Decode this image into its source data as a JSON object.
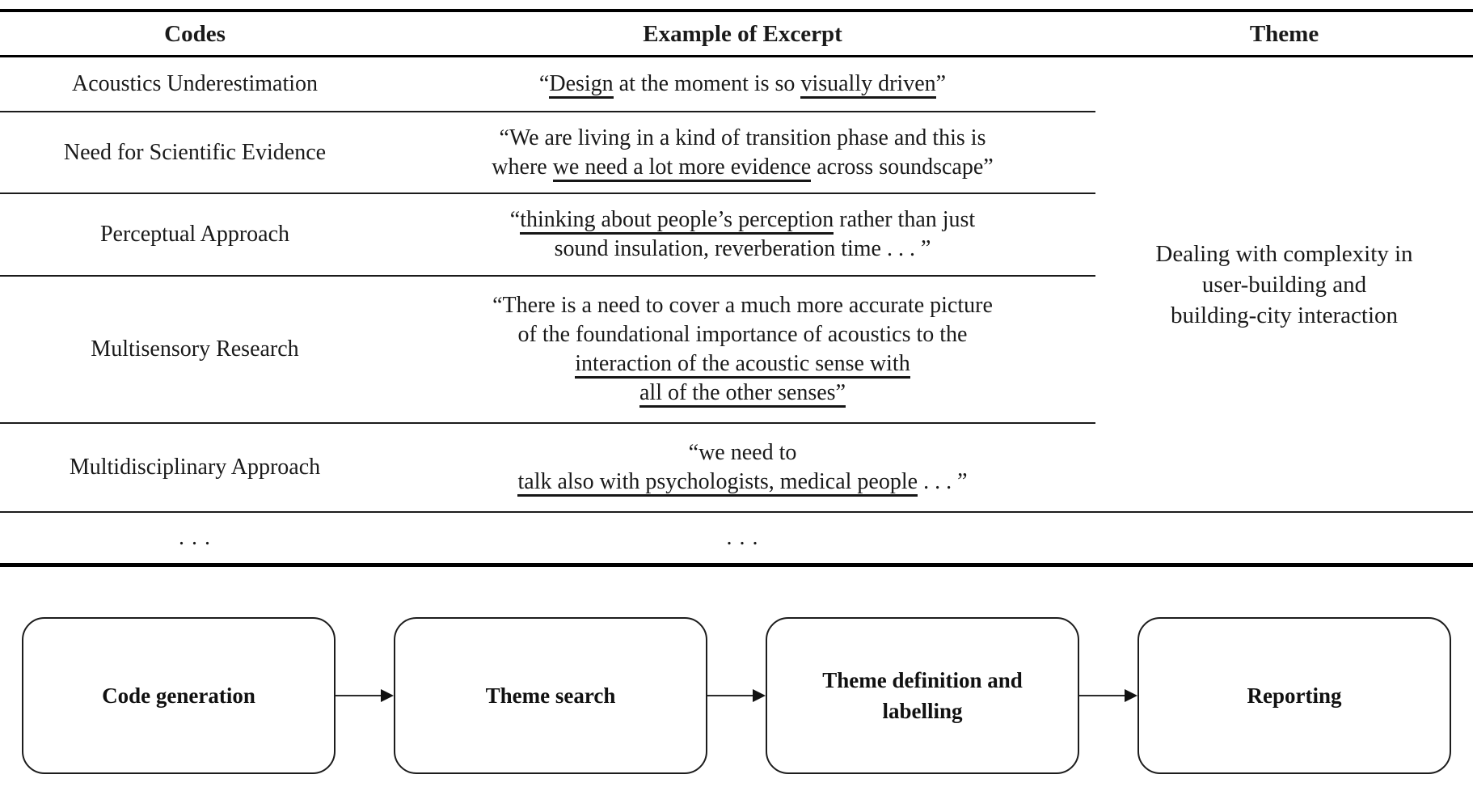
{
  "table": {
    "headers": {
      "codes": "Codes",
      "excerpt": "Example of Excerpt",
      "theme": "Theme"
    },
    "rows": [
      {
        "code": "Acoustics Underestimation",
        "excerpt_lines": [
          [
            {
              "t": "“"
            },
            {
              "t": "Design",
              "u": true
            },
            {
              "t": " at the moment is so "
            },
            {
              "t": "visually driven",
              "u": true
            },
            {
              "t": "”"
            }
          ]
        ]
      },
      {
        "code": "Need for Scientific Evidence",
        "excerpt_lines": [
          [
            {
              "t": "“We are living in a kind of transition phase and this is"
            }
          ],
          [
            {
              "t": "where "
            },
            {
              "t": "we need a lot more evidence",
              "u": true
            },
            {
              "t": " across soundscape”"
            }
          ]
        ]
      },
      {
        "code": "Perceptual Approach",
        "excerpt_lines": [
          [
            {
              "t": "“"
            },
            {
              "t": "thinking about people’s perception",
              "u": true
            },
            {
              "t": " rather than just"
            }
          ],
          [
            {
              "t": "sound insulation, reverberation time . . . ”"
            }
          ]
        ]
      },
      {
        "code": "Multisensory Research",
        "excerpt_lines": [
          [
            {
              "t": "“There is a need to cover a much more accurate picture"
            }
          ],
          [
            {
              "t": "of the foundational importance of acoustics to the"
            }
          ],
          [
            {
              "t": "interaction of the acoustic sense with",
              "u": true
            }
          ],
          [
            {
              "t": "all of the other senses”",
              "u": true
            }
          ]
        ]
      },
      {
        "code": "Multidisciplinary Approach",
        "excerpt_lines": [
          [
            {
              "t": "“we need to"
            }
          ],
          [
            {
              "t": "talk also with psychologists, medical people",
              "u": true
            },
            {
              "t": " . . . ”"
            }
          ]
        ]
      }
    ],
    "ellipsis": {
      "codes": ". . .",
      "excerpt": ". . ."
    },
    "theme_lines": [
      "Dealing with complexity in",
      "user-building and",
      "building-city interaction"
    ]
  },
  "flowchart": {
    "steps": [
      {
        "label": "Code generation"
      },
      {
        "label": "Theme search"
      },
      {
        "label": "Theme definition and labelling"
      },
      {
        "label": "Reporting"
      }
    ]
  },
  "colors": {
    "text": "#1a1a1a",
    "rule": "#000000",
    "background": "#ffffff"
  }
}
